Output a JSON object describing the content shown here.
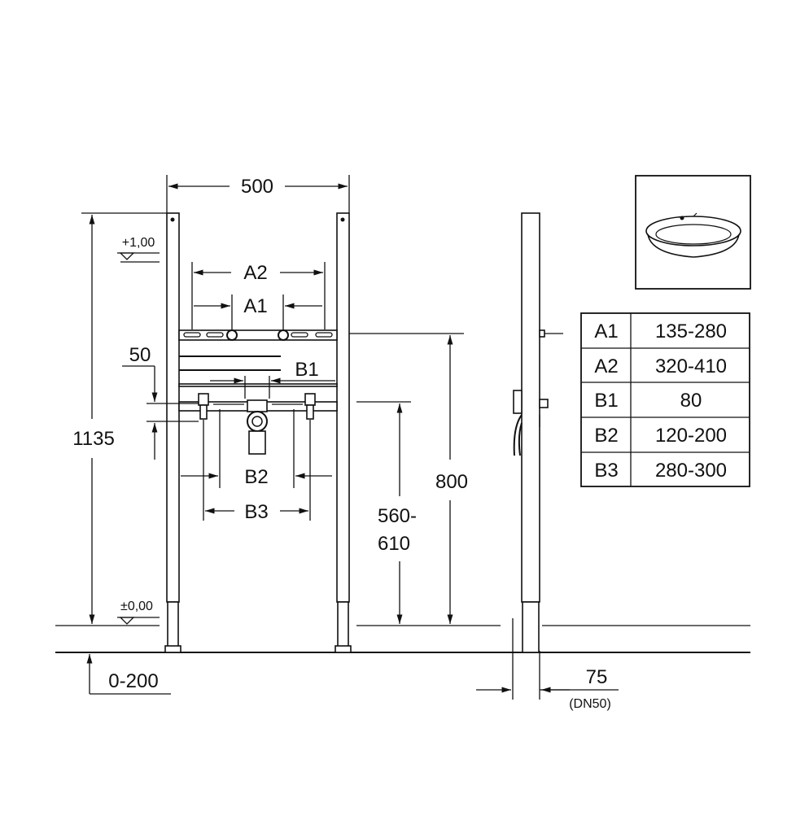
{
  "dimensions": {
    "width_500": "500",
    "height_1135": "1135",
    "a2": "A2",
    "a1": "A1",
    "offset_50": "50",
    "b1": "B1",
    "b2": "B2",
    "b3": "B3",
    "height_800": "800",
    "range_560": "560-",
    "range_610": "610",
    "adjust_0_200": "0-200",
    "depth_75": "75",
    "dn50": "(DN50)"
  },
  "levels": {
    "upper": "+1,00",
    "floor": "±0,00"
  },
  "table": {
    "rows": [
      {
        "key": "A1",
        "value": "135-280"
      },
      {
        "key": "A2",
        "value": "320-410"
      },
      {
        "key": "B1",
        "value": "80"
      },
      {
        "key": "B2",
        "value": "120-200"
      },
      {
        "key": "B3",
        "value": "280-300"
      }
    ]
  },
  "icons": {
    "washbasin": "washbasin-icon"
  }
}
